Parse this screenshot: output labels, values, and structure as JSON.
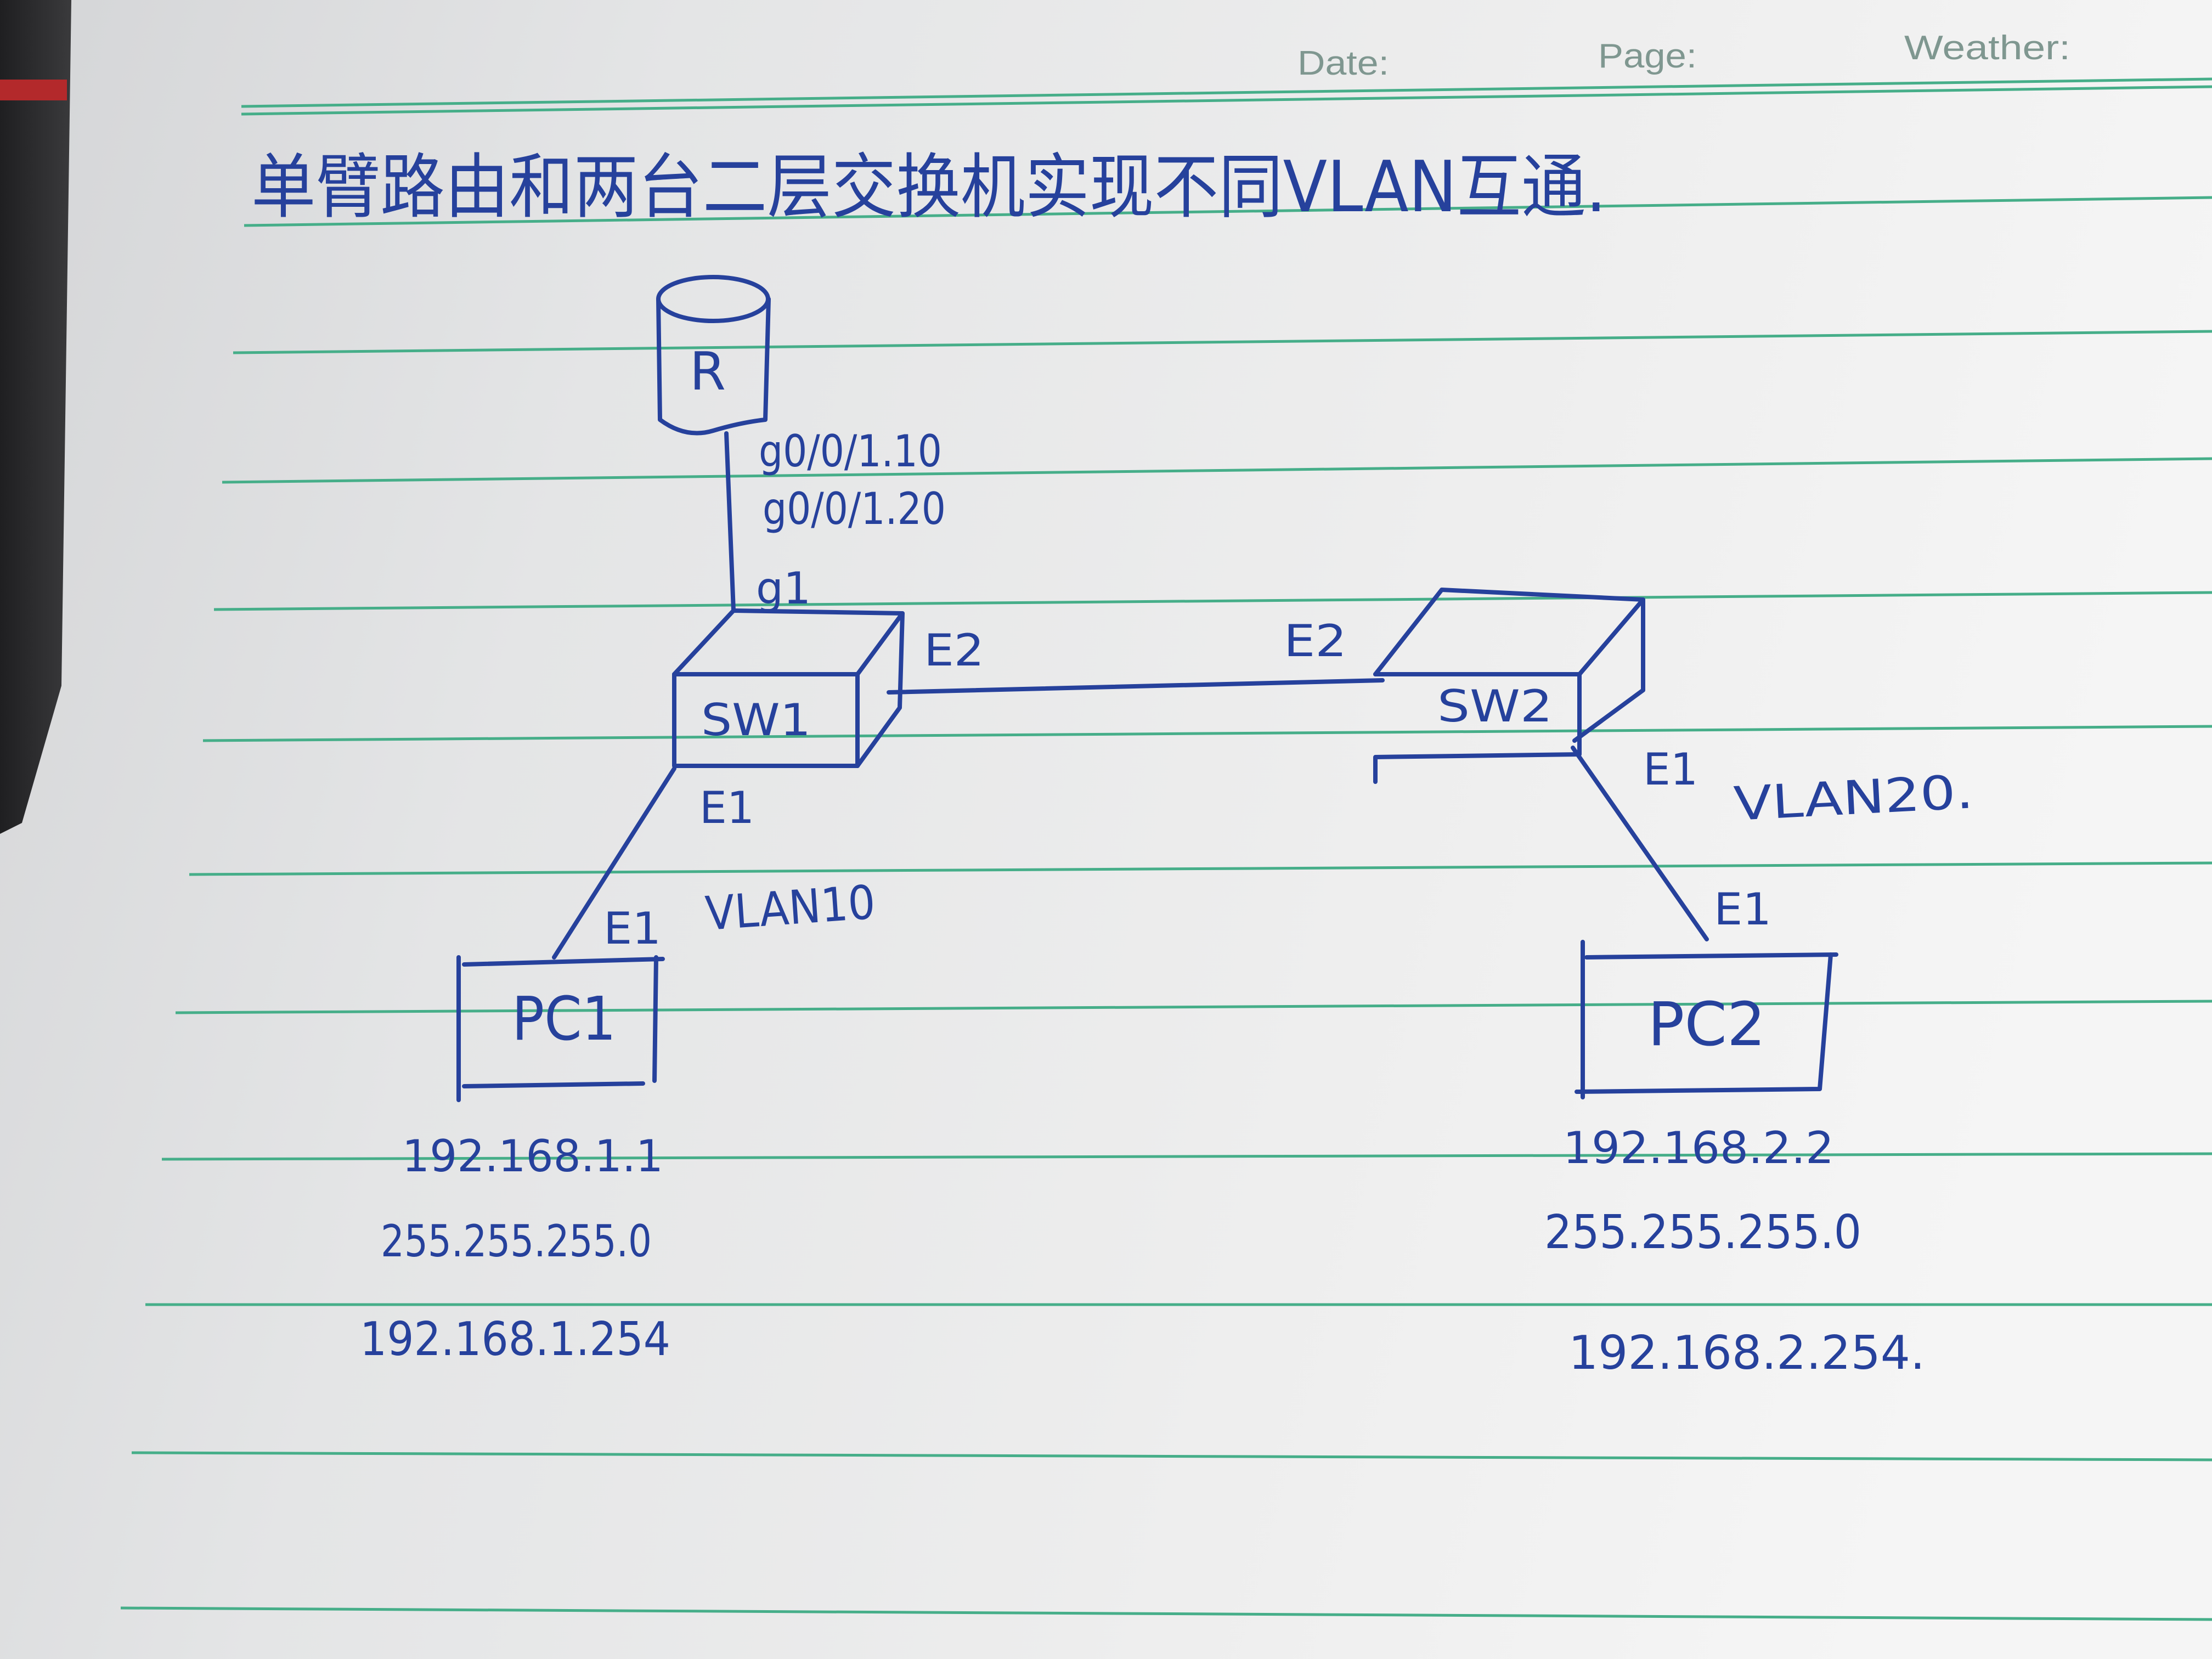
{
  "header": {
    "date_label": "Date:",
    "page_label": "Page:",
    "weather_label": "Weather:"
  },
  "title": "单臂路由和两台二层交换机实现不同VLAN互通.",
  "diagram": {
    "router": {
      "label": "R",
      "ports": [
        "g0/0/1.10",
        "g0/0/1.20"
      ]
    },
    "sw1": {
      "label": "SW1",
      "uplink_port": "g1",
      "trunk_port": "E2",
      "access_port": "E1"
    },
    "sw2": {
      "label": "SW2",
      "trunk_port": "E2",
      "access_port": "E1"
    },
    "pc1": {
      "label": "PC1",
      "port": "E1",
      "vlan": "VLAN10",
      "ip": "192.168.1.1",
      "mask": "255.255.255.0",
      "gateway": "192.168.1.254"
    },
    "pc2": {
      "label": "PC2",
      "port": "E1",
      "vlan": "VLAN20.",
      "ip": "192.168.2.2",
      "mask": "255.255.255.0",
      "gateway": "192.168.2.254."
    }
  },
  "colors": {
    "ink": "#26419c",
    "rule": "#46ae89",
    "print": "#7f9790",
    "paper": "#f1f1f1",
    "desk": "#2b2b2d",
    "desk_accent": "#b3292b"
  }
}
